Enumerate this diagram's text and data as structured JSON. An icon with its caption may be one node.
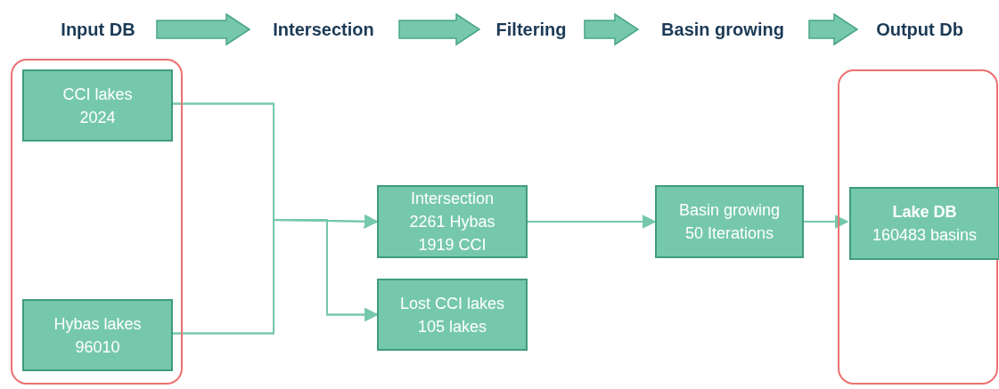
{
  "diagram": {
    "nodes": [
      {
        "text": [
          "Input DB"
        ]
      },
      {
        "text": [
          "Intersection"
        ]
      },
      {
        "text": [
          "Filtering"
        ]
      },
      {
        "text": [
          "Basin growing"
        ]
      },
      {
        "text": [
          "Output Db"
        ]
      },
      {
        "text": [],
        "shape": "box"
      },
      {
        "text": [
          "CCI lakes",
          "2024"
        ],
        "in": 5
      },
      {
        "text": [
          "Hybas lakes",
          "96010"
        ],
        "in": 5
      },
      {
        "text": [
          "Intersection",
          "2261 Hybas",
          "1919 CCI"
        ]
      },
      {
        "text": [
          "Lost CCI lakes",
          "105 lakes"
        ]
      },
      {
        "text": [
          "Basin growing",
          "50 Iterations"
        ]
      },
      {
        "text": [],
        "shape": "box"
      },
      {
        "text": [
          "Lake DB",
          "160483 basins"
        ],
        "in": 11
      }
    ],
    "edges": [
      {
        "from": 0,
        "to": 1,
        "arrow": "to",
        "style": "thick"
      },
      {
        "from": 1,
        "to": 2,
        "arrow": "to",
        "style": "thick"
      },
      {
        "from": 2,
        "to": 3,
        "arrow": "to",
        "style": "thick"
      },
      {
        "from": 3,
        "to": 4,
        "arrow": "to",
        "style": "thick"
      },
      {
        "from": 6,
        "to": 8,
        "arrow": "to"
      },
      {
        "from": 7,
        "to": 8,
        "arrow": "to"
      },
      {
        "from": 6,
        "to": 9,
        "arrow": "to"
      },
      {
        "from": 7,
        "to": 9,
        "arrow": "to"
      },
      {
        "from": 8,
        "to": 10,
        "arrow": "to"
      },
      {
        "from": 10,
        "to": 12,
        "arrow": "to"
      }
    ]
  }
}
